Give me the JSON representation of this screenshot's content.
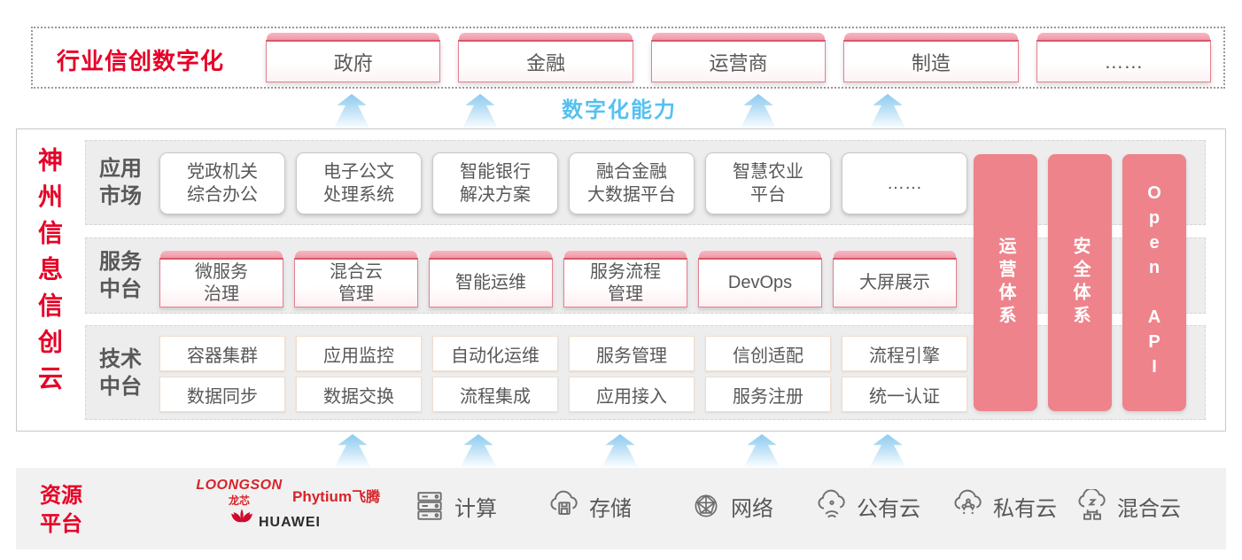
{
  "top_band": {
    "title": "行业信创数字化",
    "sectors": [
      "政府",
      "金融",
      "运营商",
      "制造",
      "……"
    ]
  },
  "capability_label": "数字化能力",
  "main": {
    "vertical_title": "神州信息信创云",
    "rows": [
      {
        "label": "应用市场",
        "items": [
          "党政机关\n综合办公",
          "电子公文\n处理系统",
          "智能银行\n解决方案",
          "融合金融\n大数据平台",
          "智慧农业\n平台",
          "……"
        ]
      },
      {
        "label": "服务中台",
        "items": [
          "微服务\n治理",
          "混合云\n管理",
          "智能运维",
          "服务流程\n管理",
          "DevOps",
          "大屏展示"
        ]
      },
      {
        "label": "技术中台",
        "items_row1": [
          "容器集群",
          "应用监控",
          "自动化运维",
          "服务管理",
          "信创适配",
          "流程引擎"
        ],
        "items_row2": [
          "数据同步",
          "数据交换",
          "流程集成",
          "应用接入",
          "服务注册",
          "统一认证"
        ]
      }
    ],
    "side_bars": [
      "运营体系",
      "安全体系",
      "Open API"
    ]
  },
  "resources": {
    "label": "资源平台",
    "vendors": {
      "loongson": {
        "name": "LOONGSON",
        "sub": "龙芯"
      },
      "phytium": {
        "name": "Phytium",
        "sub": "飞腾"
      },
      "huawei": {
        "name": "HUAWEI"
      }
    },
    "items": [
      {
        "icon": "server-icon",
        "label": "计算"
      },
      {
        "icon": "storage-cloud-icon",
        "label": "存储"
      },
      {
        "icon": "network-icon",
        "label": "网络"
      },
      {
        "icon": "public-cloud-icon",
        "label": "公有云"
      },
      {
        "icon": "private-cloud-icon",
        "label": "私有云"
      },
      {
        "icon": "hybrid-cloud-icon",
        "label": "混合云"
      }
    ]
  },
  "colors": {
    "accent_red": "#e60027",
    "pillar_pink": "#ee838b",
    "capability_blue": "#55c1f0",
    "text_gray": "#595757",
    "band_gray": "#ededed"
  }
}
